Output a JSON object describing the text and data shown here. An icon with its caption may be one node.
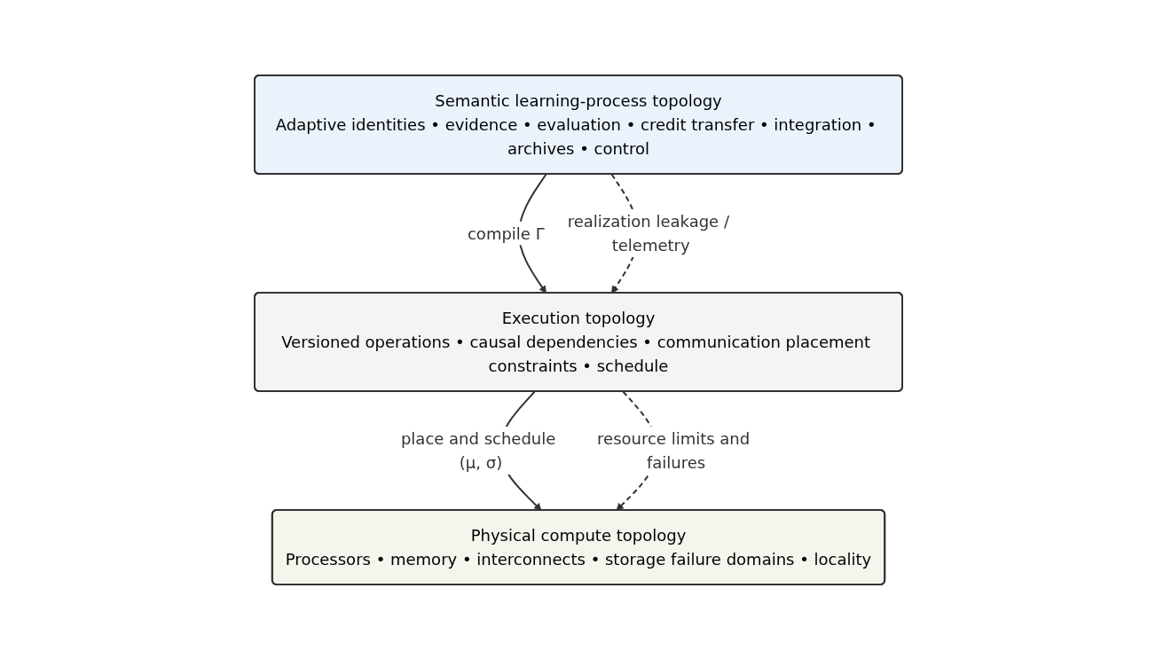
{
  "diagram": {
    "nodes": [
      {
        "text": [
          "Semantic learning-process topology",
          "Adaptive identities • evidence • evaluation • credit transfer • integration • archives • control"
        ]
      },
      {
        "text": [
          "Execution topology",
          "Versioned operations • causal dependencies • communication placement constraints • schedule"
        ]
      },
      {
        "text": [
          "Physical compute topology",
          "Processors • memory • interconnects • storage failure domains • locality"
        ]
      }
    ],
    "edges": [
      {
        "from": 0,
        "to": 1,
        "arrow": "to",
        "label": "compile Γ"
      },
      {
        "from": 0,
        "to": 1,
        "arrow": "to",
        "label": "realization leakage / telemetry",
        "style": "dashed"
      },
      {
        "from": 1,
        "to": 2,
        "arrow": "to",
        "label": "place and schedule (μ, σ)"
      },
      {
        "from": 1,
        "to": 2,
        "arrow": "to",
        "label": "resource limits and failures",
        "style": "dashed"
      }
    ]
  }
}
